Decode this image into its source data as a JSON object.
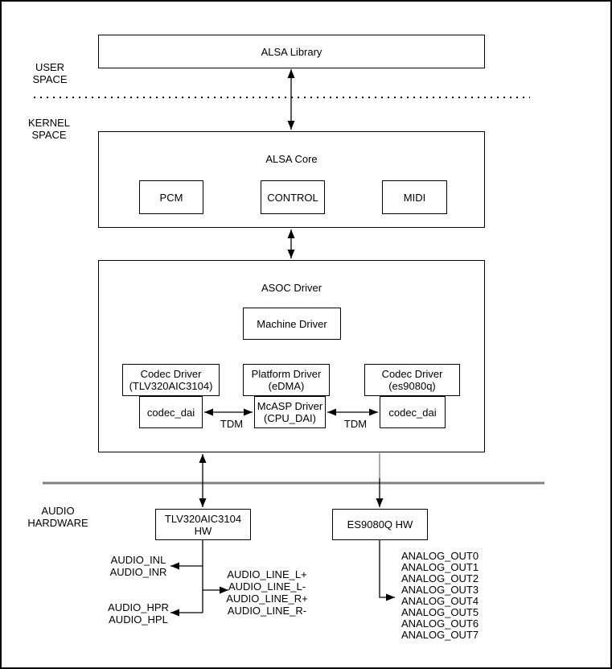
{
  "side_labels": {
    "user_space": "USER\nSPACE",
    "kernel_space": "KERNEL\nSPACE",
    "audio_hardware": "AUDIO\nHARDWARE"
  },
  "layers": {
    "user": {
      "alsa_library": "ALSA Library"
    },
    "kernel": {
      "alsa_core": {
        "title": "ALSA Core",
        "pcm": "PCM",
        "control": "CONTROL",
        "midi": "MIDI"
      },
      "asoc_driver": {
        "title": "ASOC Driver",
        "machine_driver": "Machine Driver",
        "codec_driver_left": "Codec Driver\n(TLV320AIC3104)",
        "platform_driver": "Platform Driver\n(eDMA)",
        "codec_driver_right": "Codec Driver\n(es9080q)",
        "codec_dai_left": "codec_dai",
        "mcasp_driver": "McASP Driver\n(CPU_DAI)",
        "codec_dai_right": "codec_dai",
        "tdm_left": "TDM",
        "tdm_right": "TDM"
      }
    },
    "hardware": {
      "tlv320aic3104_hw": "TLV320AIC3104 HW",
      "es9080q_hw": "ES9080Q HW",
      "audio_in_signals": [
        "AUDIO_INL",
        "AUDIO_INR"
      ],
      "audio_line_signals": [
        "AUDIO_LINE_L+",
        "AUDIO_LINE_L-",
        "AUDIO_LINE_R+",
        "AUDIO_LINE_R-"
      ],
      "audio_hp_signals": [
        "AUDIO_HPR",
        "AUDIO_HPL"
      ],
      "analog_out_signals": [
        "ANALOG_OUT0",
        "ANALOG_OUT1",
        "ANALOG_OUT2",
        "ANALOG_OUT3",
        "ANALOG_OUT4",
        "ANALOG_OUT5",
        "ANALOG_OUT6",
        "ANALOG_OUT7"
      ]
    }
  },
  "colors": {
    "line": "#000000",
    "separator": "#808080",
    "background": "#ffffff",
    "text": "#000000"
  }
}
